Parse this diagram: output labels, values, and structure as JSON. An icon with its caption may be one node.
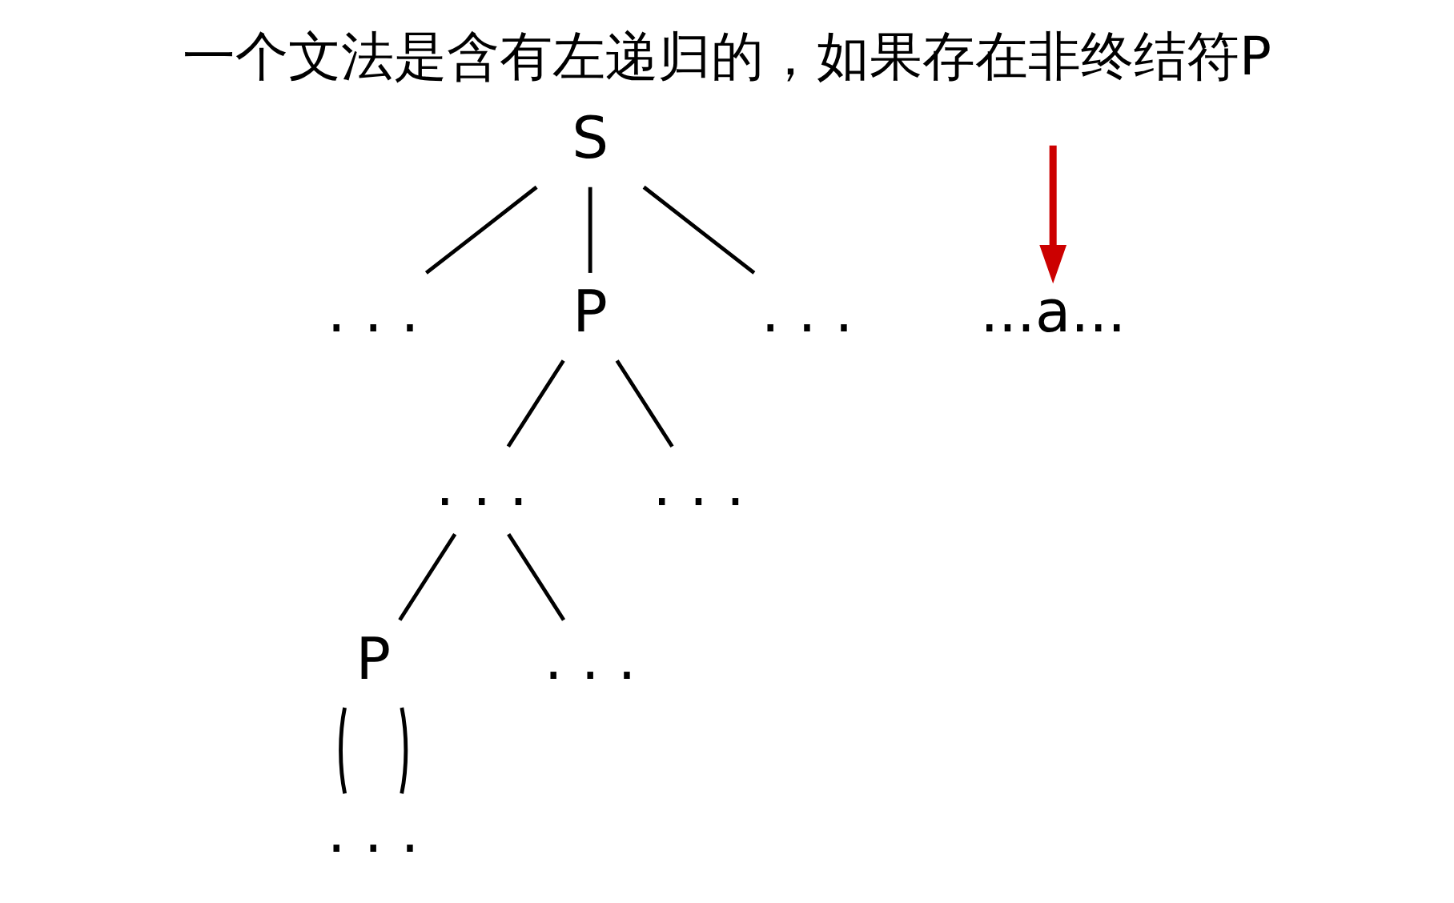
{
  "diagram": {
    "title": "一个文法是含有左递归的，如果存在非终结符P",
    "nodes": [
      {
        "text": [
          "S"
        ]
      },
      {
        "text": [
          ". . ."
        ]
      },
      {
        "text": [
          "P"
        ]
      },
      {
        "text": [
          ". . ."
        ]
      },
      {
        "text": [
          ". . ."
        ]
      },
      {
        "text": [
          ". . ."
        ]
      },
      {
        "text": [
          "P"
        ]
      },
      {
        "text": [
          ". . ."
        ]
      },
      {
        "text": [
          ". . ."
        ]
      },
      {
        "text": [
          "...a..."
        ]
      }
    ],
    "edges": [
      {
        "from": 0,
        "to": 1,
        "arrow": "none"
      },
      {
        "from": 0,
        "to": 2,
        "arrow": "none"
      },
      {
        "from": 0,
        "to": 3,
        "arrow": "none"
      },
      {
        "from": 2,
        "to": 4,
        "arrow": "none"
      },
      {
        "from": 2,
        "to": 5,
        "arrow": "none"
      },
      {
        "from": 4,
        "to": 6,
        "arrow": "none"
      },
      {
        "from": 4,
        "to": 7,
        "arrow": "none"
      },
      {
        "from": 6,
        "to": 8,
        "arrow": "none"
      },
      {
        "from": 6,
        "to": 8,
        "arrow": "none"
      },
      {
        "from": null,
        "to": 9,
        "arrow": "to",
        "color": "#cc0000",
        "style": "thick"
      }
    ]
  }
}
